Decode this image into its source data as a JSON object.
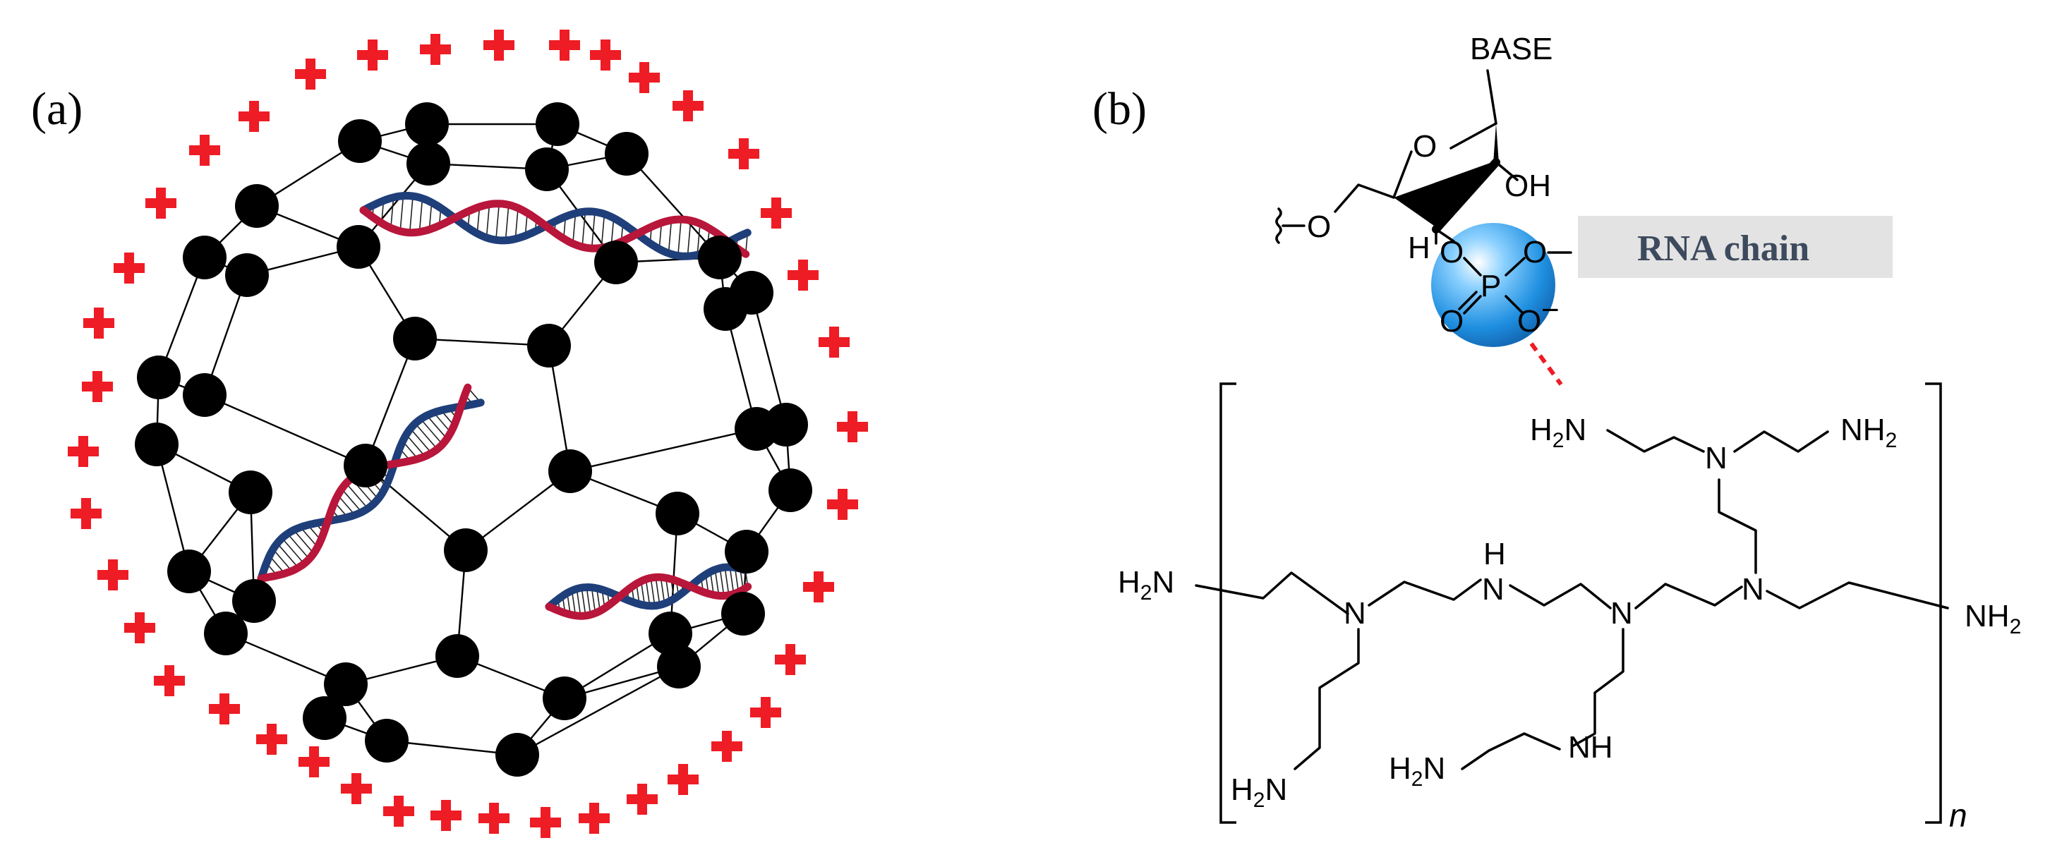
{
  "panels": {
    "a": {
      "label": "(a)"
    },
    "b": {
      "label": "(b)"
    }
  },
  "colors": {
    "charge_plus": "#ee1c25",
    "dna_red": "#b8163a",
    "dna_blue": "#1f3f7a",
    "sphere_blue": "#2a9ae6",
    "rna_box": "#e3e3e3",
    "rna_text": "#3d4a5e",
    "ionic_bond": "#ee1c25"
  },
  "icons": {
    "cage": "fullerene-cage-icon",
    "charge": "plus-charge-icon",
    "dna": "dna-double-helix-icon",
    "phosphate": "phosphate-sphere-icon"
  },
  "nucleotide": {
    "base_label": "BASE",
    "ring_oxygen": "O",
    "hydroxyl": "OH",
    "hydrogen": "H",
    "ester_oxygen": "O",
    "phosphorus": "P",
    "phosphate_o_left": "O",
    "phosphate_o_right": "O",
    "phosphate_o_double": "O",
    "phosphate_o_anion": "O",
    "anion_charge": "−",
    "rna_chain_label": "RNA chain"
  },
  "pei": {
    "end_left": {
      "main": "H",
      "sub": "2",
      "tail": "N"
    },
    "end_right": {
      "main": "NH",
      "sub": "2"
    },
    "top_amine_left": {
      "main": "H",
      "sub": "2",
      "tail": "N"
    },
    "top_amine_right": {
      "main": "NH",
      "sub": "2"
    },
    "bottom_left_amine": {
      "main": "H",
      "sub": "2",
      "tail": "N"
    },
    "bottom_amine": {
      "main": "H",
      "sub": "2",
      "tail": "N"
    },
    "imine_top": "H",
    "imine_n": "N",
    "nh_label": "NH",
    "tertiary_n": "N",
    "repeat_unit": "n"
  }
}
